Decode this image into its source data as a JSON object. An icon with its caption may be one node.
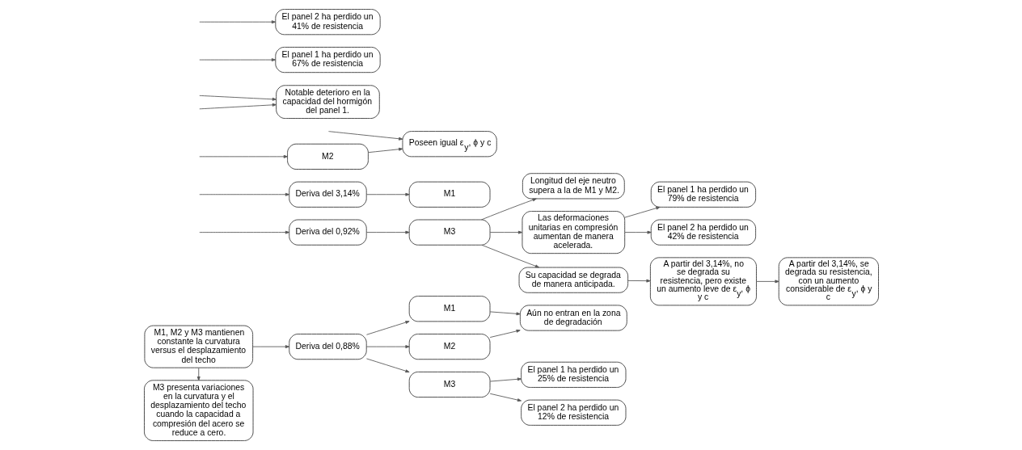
{
  "diagram": {
    "nodes": [
      {
        "text": [
          "M1, M2 y M3 mantienen constante la curvatura versus el desplazamiento del techo"
        ]
      },
      {
        "text": [
          "M3 presenta variaciones en la curvatura y el desplazamiento del techo cuando la capacidad a compresión del acero se reduce a cero."
        ]
      },
      {
        "text": [
          "Deriva del 0,88%"
        ]
      },
      {
        "text": [
          "Deriva del 0,92%"
        ]
      },
      {
        "text": [
          "Deriva del 3,14%"
        ]
      },
      {
        "text": [
          "M1"
        ]
      },
      {
        "text": [
          "M2"
        ]
      },
      {
        "text": [
          "M3"
        ]
      },
      {
        "text": [
          "Aún no entran en la zona de degradación"
        ]
      },
      {
        "text": [
          "El panel 1 ha perdido un 25% de resistencia"
        ]
      },
      {
        "text": [
          "El panel 2 ha perdido un 12% de resistencia"
        ]
      },
      {
        "text": [
          "M3"
        ]
      },
      {
        "text": [
          "Longitud del eje neutro supera a la de M1 y M2."
        ]
      },
      {
        "text": [
          "Las deformaciones unitarias en compresión aumentan de manera acelerada."
        ]
      },
      {
        "text": [
          "Su capacidad se degrada de manera anticipada."
        ]
      },
      {
        "text": [
          "M1"
        ]
      },
      {
        "text": [
          "M2"
        ]
      },
      {
        "text": [
          "Poseen igual ε$_{y}$, ϕ y c"
        ]
      },
      {
        "text": [
          "El panel 1 ha perdido un 79% de resistencia"
        ]
      },
      {
        "text": [
          "El panel 2 ha perdido un 42% de resistencia"
        ]
      },
      {
        "text": [
          "A partir del 3,14%, no se degrada su resistencia, pero existe un aumento leve de ε$_{y}$, ϕ y c"
        ]
      },
      {
        "text": [
          "Notable deterioro en la capacidad del hormigón del panel 1."
        ]
      },
      {
        "text": [
          "El panel 1 ha perdido un 67% de resistencia"
        ]
      },
      {
        "text": [
          "El panel 2 ha perdido un 41% de resistencia"
        ]
      },
      {
        "text": [
          "A partir del 3,14%, se degrada su resistencia, con un aumento considerable de ε$_{y}$, ϕ y c"
        ]
      }
    ],
    "edges": [
      {
        "from": 0,
        "to": 2,
        "arrow": "to"
      },
      {
        "from": 0,
        "to": 1,
        "arrow": "to"
      },
      {
        "from": 2,
        "to": 5,
        "arrow": "to"
      },
      {
        "from": 2,
        "to": 6,
        "arrow": "to"
      },
      {
        "from": 2,
        "to": 7,
        "arrow": "to"
      },
      {
        "from": 5,
        "to": 8,
        "arrow": "to"
      },
      {
        "from": 6,
        "to": 8,
        "arrow": "to"
      },
      {
        "from": 7,
        "to": 9,
        "arrow": "to"
      },
      {
        "from": 7,
        "to": 10,
        "arrow": "to"
      },
      {
        "from": null,
        "to": 3,
        "arrow": "to"
      },
      {
        "from": 3,
        "to": 11,
        "arrow": "to"
      },
      {
        "from": 11,
        "to": 12,
        "arrow": "to"
      },
      {
        "from": 11,
        "to": 13,
        "arrow": "to"
      },
      {
        "from": 11,
        "to": 14,
        "arrow": "to"
      },
      {
        "from": null,
        "to": 4,
        "arrow": "to"
      },
      {
        "from": 4,
        "to": 15,
        "arrow": "to"
      },
      {
        "from": null,
        "to": 16,
        "arrow": "to"
      },
      {
        "from": null,
        "to": 17,
        "arrow": "to"
      },
      {
        "from": 16,
        "to": 17,
        "arrow": "to"
      },
      {
        "from": 13,
        "to": 18,
        "arrow": "to"
      },
      {
        "from": 13,
        "to": 19,
        "arrow": "to"
      },
      {
        "from": 14,
        "to": 20,
        "arrow": "to"
      },
      {
        "from": null,
        "to": 21,
        "arrow": "to"
      },
      {
        "from": null,
        "to": 21,
        "arrow": "to"
      },
      {
        "from": null,
        "to": 22,
        "arrow": "to"
      },
      {
        "from": null,
        "to": 23,
        "arrow": "to"
      },
      {
        "from": 20,
        "to": 24,
        "arrow": "to"
      }
    ]
  }
}
